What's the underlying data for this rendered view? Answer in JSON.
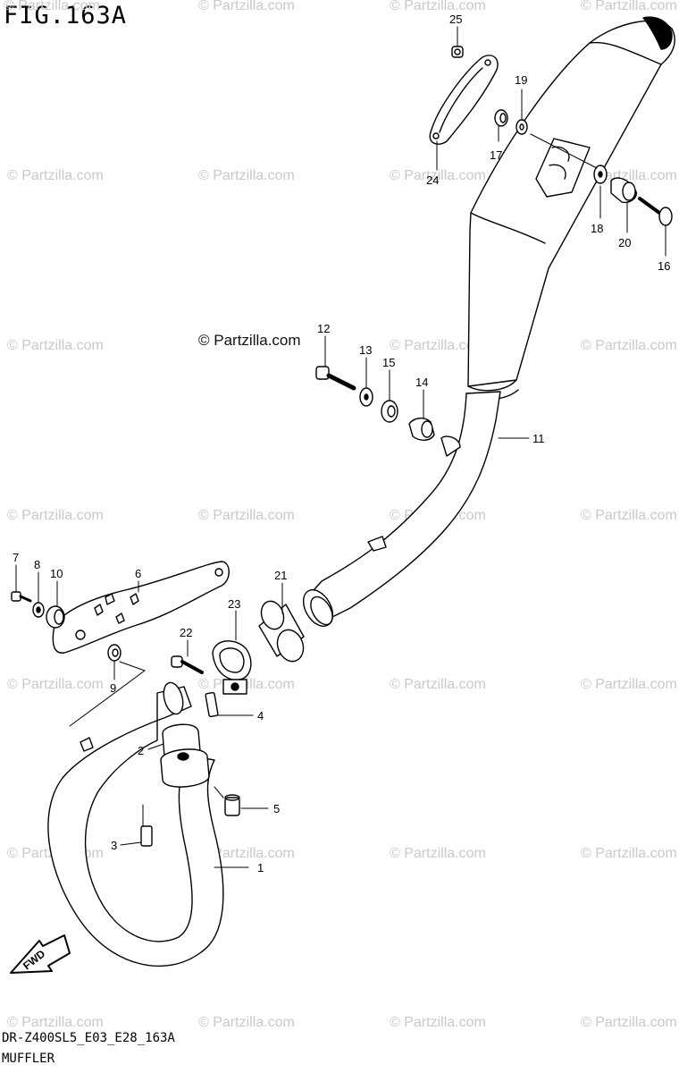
{
  "figure": {
    "id": "FIG.163A"
  },
  "footer": {
    "code": "DR-Z400SL5_E03_E28_163A",
    "title": "MUFFLER"
  },
  "brand": {
    "text": "© Partzilla.com"
  },
  "watermark": {
    "text": "© Partzilla.com"
  },
  "parts": [
    {
      "number": "1"
    },
    {
      "number": "2"
    },
    {
      "number": "3"
    },
    {
      "number": "4"
    },
    {
      "number": "5"
    },
    {
      "number": "6"
    },
    {
      "number": "7"
    },
    {
      "number": "8"
    },
    {
      "number": "9"
    },
    {
      "number": "10"
    },
    {
      "number": "11"
    },
    {
      "number": "12"
    },
    {
      "number": "13"
    },
    {
      "number": "14"
    },
    {
      "number": "15"
    },
    {
      "number": "16"
    },
    {
      "number": "17"
    },
    {
      "number": "18"
    },
    {
      "number": "19"
    },
    {
      "number": "20"
    },
    {
      "number": "21"
    },
    {
      "number": "22"
    },
    {
      "number": "23"
    },
    {
      "number": "24"
    },
    {
      "number": "25"
    }
  ],
  "direction_arrow": {
    "text": "FWD"
  }
}
